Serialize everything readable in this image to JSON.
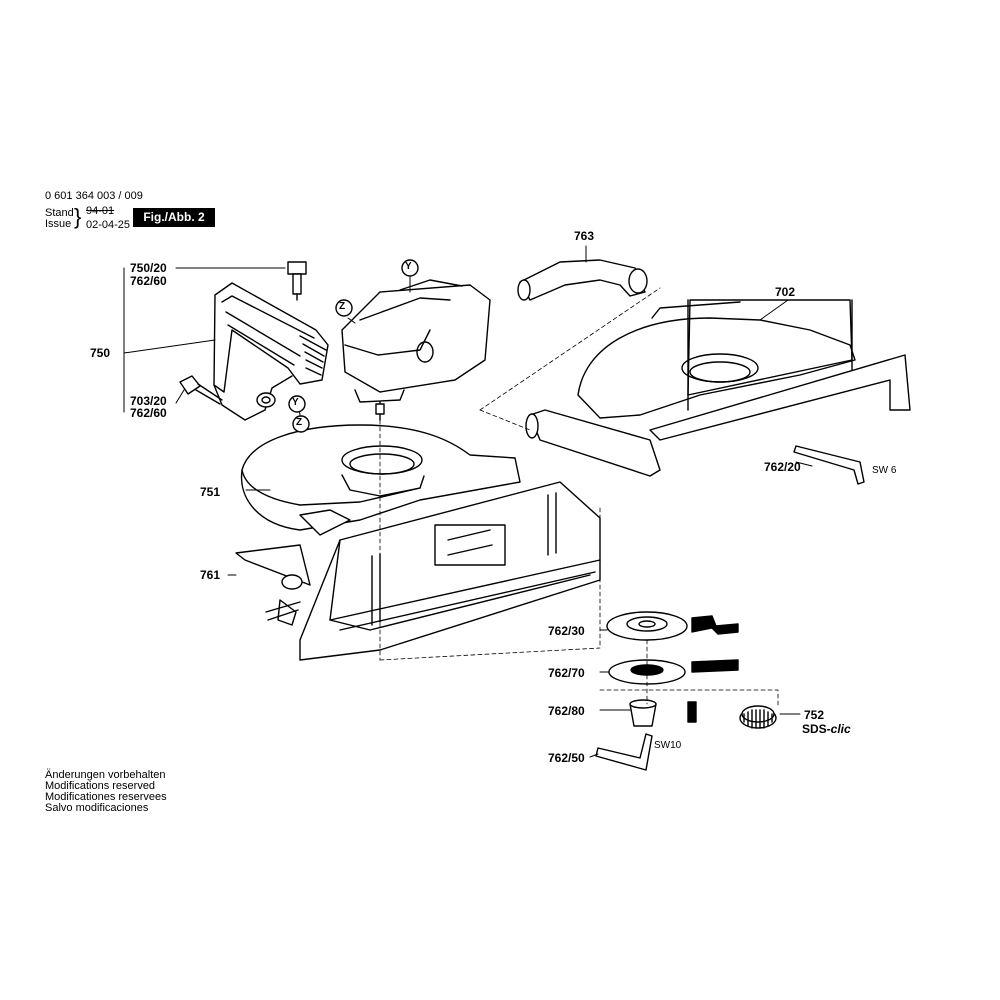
{
  "header": {
    "doc_number": "0 601 364 003 / 009",
    "stand_label": "Stand",
    "stand_value": "94-01",
    "issue_label": "Issue",
    "issue_value": "02-04-25",
    "fig_label": "Fig./Abb. 2"
  },
  "markers": {
    "y": "Y",
    "z": "Z"
  },
  "parts": {
    "p750_20": "750/20",
    "p762_60a": "762/60",
    "p750": "750",
    "p703_20": "703/20",
    "p762_60b": "762/60",
    "p751": "751",
    "p761": "761",
    "p763": "763",
    "p702": "702",
    "p762_20": "762/20",
    "sw6": "SW 6",
    "p762_30": "762/30",
    "p762_70": "762/70",
    "p762_80": "762/80",
    "p752": "752",
    "sds_a": "SDS-",
    "sds_b": "clic",
    "p762_50": "762/50",
    "sw10": "SW10"
  },
  "footer": {
    "notes": [
      "Änderungen vorbehalten",
      "Modifications reserved",
      "Modificationes reservees",
      "Salvo modificaciones"
    ]
  }
}
